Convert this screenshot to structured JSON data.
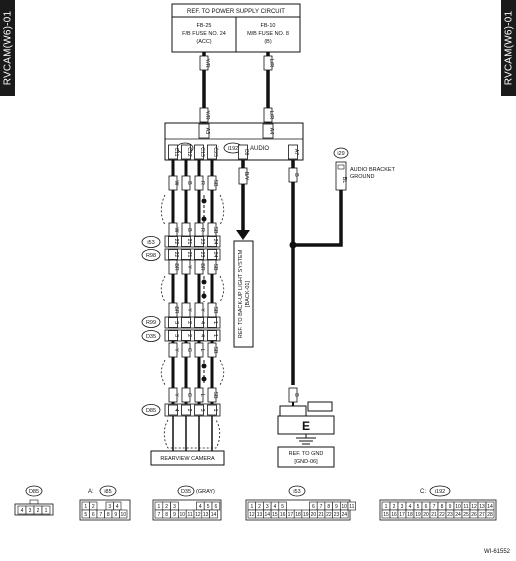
{
  "page_code": "RVCAM(W6)-01",
  "figure_id": "WI-61552",
  "power_box": {
    "title": "REF. TO POWER SUPPLY CIRCUIT",
    "fuse_left": [
      "FB-25",
      "F/B FUSE NO. 24",
      "(ACC)"
    ],
    "fuse_right": [
      "FB-10",
      "M/B FUSE NO. 8",
      "(B)"
    ]
  },
  "wires": {
    "power_left_color": "Y/R",
    "power_right_color": "L/R",
    "audio_pin_left": "A3",
    "audio_pin_right": "A4",
    "ground_color": "B",
    "backup_color": "B/Y",
    "bracket_color": "BL"
  },
  "audio": {
    "prefix_a": "A:",
    "conn_a": "i85",
    "prefix_c": "C:",
    "conn_c": "i192",
    "label": "AUDIO",
    "pins": [
      "C11",
      "C12",
      "C13",
      "C23",
      "C8",
      "A7"
    ],
    "wires": [
      "W",
      "B",
      "R",
      "SB",
      "B/Y",
      "B"
    ]
  },
  "bracket": {
    "conn": "i29",
    "label": [
      "AUDIO BRACKET",
      "GROUND"
    ]
  },
  "i53": {
    "label": "i53",
    "pins": [
      "22",
      "21",
      "23",
      "24"
    ],
    "wires": [
      "W",
      "B",
      "R",
      "SB"
    ]
  },
  "r98": {
    "label": "R98",
    "wires": [
      "BR",
      "Y",
      "BR",
      "SB"
    ]
  },
  "r99": {
    "label": "R99",
    "wires": [
      "BR",
      "Y",
      "Y",
      "SB"
    ]
  },
  "d35": {
    "label": "D35",
    "pins": [
      "3",
      "2",
      "4",
      "1"
    ],
    "wires": [
      "Y",
      "G",
      "L",
      "SB"
    ]
  },
  "d85": {
    "label": "D85",
    "pins": [
      "4",
      "2",
      "3",
      "1"
    ],
    "wires": [
      "Y",
      "G",
      "L",
      "SB"
    ]
  },
  "backup_ref": [
    "REF. TO BACK-UP LIGHT SYSTEM",
    "[BACK-01]"
  ],
  "camera_label": "REARVIEW CAMERA",
  "ground": {
    "symbol": "E",
    "ref": [
      "REF. TO GND",
      "[GND-06]"
    ]
  },
  "bottom_connectors": {
    "d85": {
      "label": "D85",
      "row": [
        "4",
        "3",
        "2",
        "1"
      ]
    },
    "i85": {
      "prefix": "A:",
      "label": "i85",
      "row1": [
        "1",
        "2",
        "3",
        "4"
      ],
      "row2": [
        "5",
        "6",
        "7",
        "8",
        "9",
        "10"
      ]
    },
    "d35": {
      "label": "D35",
      "suffix": "(GRAY)",
      "row1": [
        "1",
        "2",
        "3",
        "4",
        "5",
        "6"
      ],
      "row2": [
        "7",
        "8",
        "9",
        "10",
        "11",
        "12",
        "13",
        "14"
      ]
    },
    "i53": {
      "label": "i53",
      "row1": [
        "1",
        "2",
        "3",
        "4",
        "5",
        "6",
        "7",
        "8",
        "9",
        "10",
        "11"
      ],
      "row2": [
        "12",
        "13",
        "14",
        "15",
        "16",
        "17",
        "18",
        "19",
        "20",
        "21",
        "22",
        "23",
        "24"
      ]
    },
    "i192": {
      "prefix": "C:",
      "label": "i192",
      "row1": [
        "1",
        "2",
        "3",
        "4",
        "5",
        "6",
        "7",
        "8",
        "9",
        "10",
        "11",
        "12",
        "13",
        "14"
      ],
      "row2": [
        "15",
        "16",
        "17",
        "18",
        "19",
        "20",
        "21",
        "22",
        "23",
        "24",
        "25",
        "26",
        "27",
        "28"
      ]
    }
  }
}
